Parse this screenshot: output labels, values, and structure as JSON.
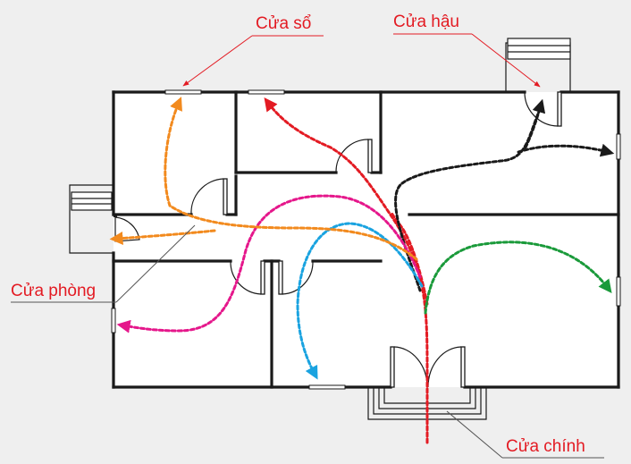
{
  "labels": {
    "window": "Cửa sổ",
    "back_door": "Cửa hậu",
    "room_door": "Cửa phòng",
    "main_door": "Cửa chính"
  },
  "colors": {
    "main_flow": "#e31b23",
    "black_flow": "#1a1a1a",
    "green_flow": "#1a9a3a",
    "blue_flow": "#1aa3e0",
    "magenta_flow": "#e5178b",
    "orange_flow": "#f28a1e"
  }
}
